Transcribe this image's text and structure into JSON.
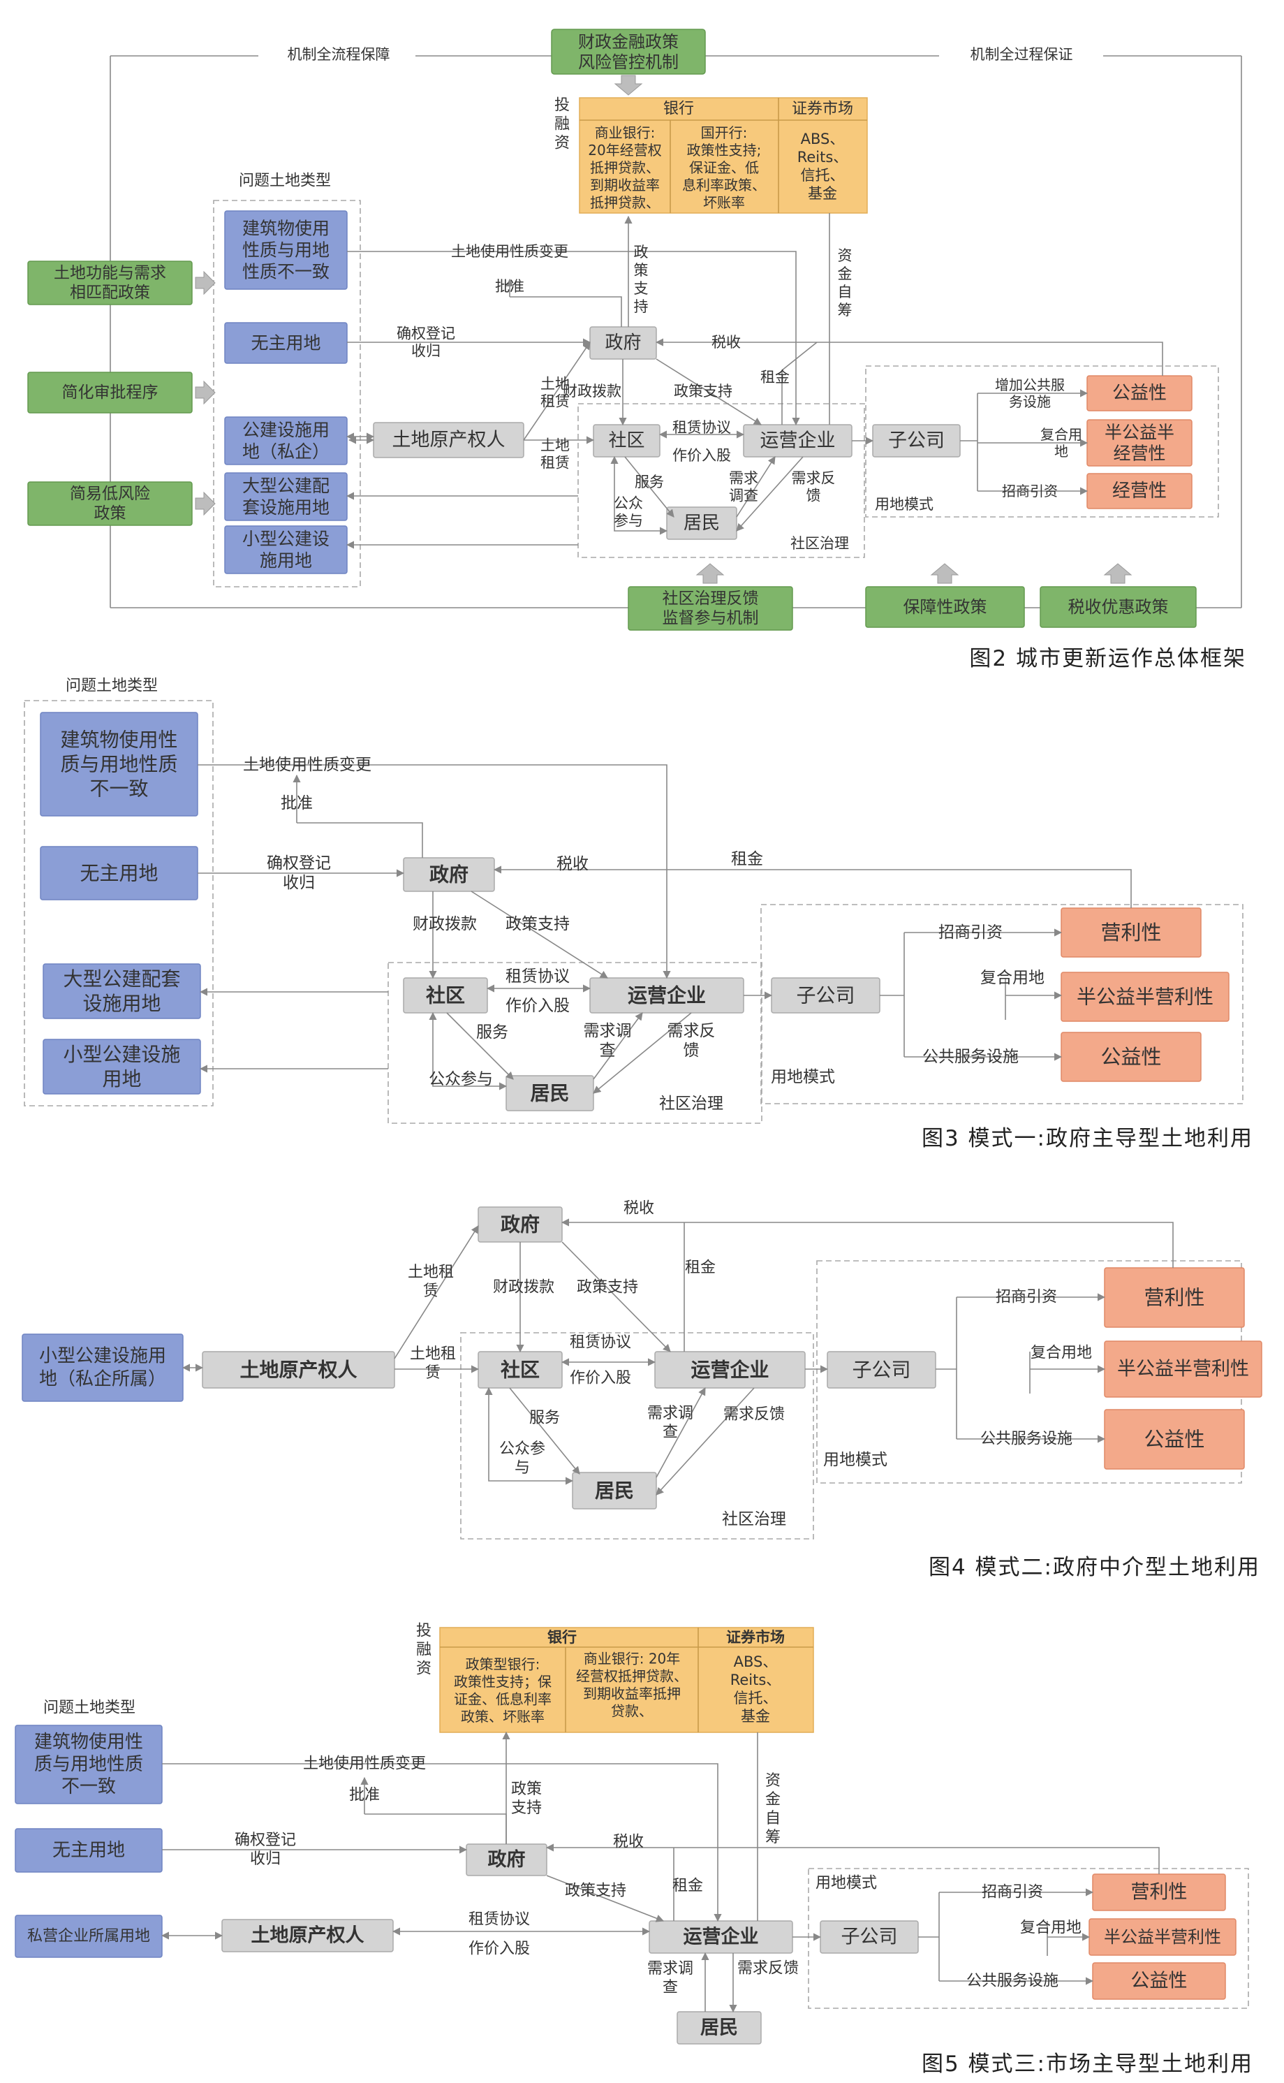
{
  "colors": {
    "blue_fill": "#8b9ed6",
    "blue_stroke": "#6f84c2",
    "green_fill": "#7fb56a",
    "green_stroke": "#639a4f",
    "gray_fill": "#d4d4d4",
    "gray_stroke": "#aaaaaa",
    "orange_fill": "#f3a98a",
    "orange_stroke": "#e08866",
    "bank_fill": "#f7c97c",
    "bank_stroke": "#e2ad56",
    "line": "#888888"
  },
  "captions": {
    "fig2": "图2 城市更新运作总体框架",
    "fig3": "图3 模式一:政府主导型土地利用",
    "fig4": "图4 模式二:政府中介型土地利用",
    "fig5": "图5 模式三:市场主导型土地利用"
  },
  "fig2": {
    "top_policy_line1": "财政金融政策",
    "top_policy_line2": "风险管控机制",
    "mech_left": "机制全流程保障",
    "mech_right": "机制全过程保证",
    "invest": [
      "投",
      "融",
      "资"
    ],
    "bank": {
      "header_bank": "银行",
      "header_market": "证券市场",
      "commercial": [
        "商业银行:",
        "20年经营权",
        "抵押贷款、",
        "到期收益率",
        "抵押贷款、"
      ],
      "policy": [
        "国开行:",
        "政策性支持;",
        "保证金、低",
        "息利率政策、",
        "坏账率"
      ],
      "market": [
        "ABS、",
        "Reits、",
        "信托、",
        "基金"
      ]
    },
    "problem_title": "问题土地类型",
    "problem_items": [
      [
        "建筑物使用",
        "性质与用地",
        "性质不一致"
      ],
      [
        "无主用地"
      ],
      [
        "公建设施用",
        "地（私企）"
      ],
      [
        "大型公建配",
        "套设施用地"
      ],
      [
        "小型公建设",
        "施用地"
      ]
    ],
    "left_policies": [
      [
        "土地功能与需求",
        "相匹配政策"
      ],
      [
        "简化审批程序"
      ],
      [
        "简易低风险",
        "政策"
      ]
    ],
    "labels": {
      "land_change": "土地使用性质变更",
      "approve": "批准",
      "confirm": [
        "确权登记",
        "收归"
      ],
      "policy_support_v": [
        "政",
        "策",
        "支",
        "持"
      ],
      "self_fund": [
        "资",
        "金",
        "自",
        "筹"
      ],
      "tax": "税收",
      "rent": "租金",
      "fiscal": "财政拨款",
      "policy_support": "政策支持",
      "land_lease1": [
        "土地",
        "租赁"
      ],
      "land_lease2": [
        "土地",
        "租赁"
      ],
      "lease_agreement": "租赁协议",
      "share": "作价入股",
      "service": "服务",
      "public_part": [
        "公众",
        "参与"
      ],
      "demand_survey": [
        "需求",
        "调查"
      ],
      "demand_feedback": [
        "需求反",
        "馈"
      ],
      "community_gov": "社区治理",
      "add_service": [
        "增加公共服",
        "务设施"
      ],
      "mixed_land": [
        "复合用",
        "地"
      ],
      "invest_attract": "招商引资",
      "land_mode": "用地模式"
    },
    "nodes": {
      "gov": "政府",
      "owner": "土地原产权人",
      "community": "社区",
      "operator": "运营企业",
      "sub": "子公司",
      "resident": "居民"
    },
    "outcomes": [
      "公益性",
      [
        "半公益半",
        "经营性"
      ],
      "经营性"
    ],
    "bottom": {
      "feedback": [
        "社区治理反馈",
        "监督参与机制"
      ],
      "guarantee": "保障性政策",
      "tax_pref": "税收优惠政策"
    }
  },
  "fig3": {
    "problem_title": "问题土地类型",
    "problem_items": [
      [
        "建筑物使用性",
        "质与用地性质",
        "不一致"
      ],
      [
        "无主用地"
      ],
      [
        "大型公建配套",
        "设施用地"
      ],
      [
        "小型公建设施",
        "用地"
      ]
    ],
    "labels": {
      "land_change": "土地使用性质变更",
      "approve": "批准",
      "confirm": [
        "确权登记",
        "收归"
      ],
      "tax": "税收",
      "rent": "租金",
      "fiscal": "财政拨款",
      "policy_support": "政策支持",
      "lease_agreement": "租赁协议",
      "share": "作价入股",
      "service": "服务",
      "public_part": "公众参与",
      "demand_survey": [
        "需求调",
        "查"
      ],
      "demand_feedback": [
        "需求反",
        "馈"
      ],
      "community_gov": "社区治理",
      "invest_attract": "招商引资",
      "mixed_land": "复合用地",
      "public_service": "公共服务设施",
      "land_mode": "用地模式"
    },
    "nodes": {
      "gov": "政府",
      "community": "社区",
      "operator": "运营企业",
      "sub": "子公司",
      "resident": "居民"
    },
    "outcomes": [
      "营利性",
      "半公益半营利性",
      "公益性"
    ]
  },
  "fig4": {
    "left_item": [
      "小型公建设施用",
      "地（私企所属）"
    ],
    "labels": {
      "tax": "税收",
      "rent": "租金",
      "land_lease1": [
        "土地租",
        "赁"
      ],
      "land_lease2": [
        "土地租",
        "赁"
      ],
      "fiscal": "财政拨款",
      "policy_support": "政策支持",
      "lease_agreement": "租赁协议",
      "share": "作价入股",
      "service": "服务",
      "public_part": [
        "公众参",
        "与"
      ],
      "demand_survey": [
        "需求调",
        "查"
      ],
      "demand_feedback": "需求反馈",
      "community_gov": "社区治理",
      "invest_attract": "招商引资",
      "mixed_land": "复合用地",
      "public_service": "公共服务设施",
      "land_mode": "用地模式"
    },
    "nodes": {
      "gov": "政府",
      "owner": "土地原产权人",
      "community": "社区",
      "operator": "运营企业",
      "sub": "子公司",
      "resident": "居民"
    },
    "outcomes": [
      "营利性",
      "半公益半营利性",
      "公益性"
    ]
  },
  "fig5": {
    "invest": [
      "投",
      "融",
      "资"
    ],
    "bank": {
      "header_bank": "银行",
      "header_market": "证券市场",
      "policy": [
        "政策型银行:",
        "政策性支持；保",
        "证金、低息利率",
        "政策、坏账率"
      ],
      "commercial": [
        "商业银行: 20年",
        "经营权抵押贷款、",
        "到期收益率抵押",
        "贷款、"
      ],
      "market": [
        "ABS、",
        "Reits、",
        "信托、",
        "基金"
      ]
    },
    "problem_title": "问题土地类型",
    "problem_items": [
      [
        "建筑物使用性",
        "质与用地性质",
        "不一致"
      ],
      [
        "无主用地"
      ],
      [
        "私营企业所属用地"
      ]
    ],
    "labels": {
      "land_change": "土地使用性质变更",
      "approve": "批准",
      "confirm": [
        "确权登记",
        "收归"
      ],
      "policy_support_v": [
        "政策",
        "支持"
      ],
      "self_fund": [
        "资",
        "金",
        "自",
        "筹"
      ],
      "tax": "税收",
      "rent": "租金",
      "policy_support": "政策支持",
      "lease_agreement": "租赁协议",
      "share": "作价入股",
      "demand_survey": [
        "需求调",
        "查"
      ],
      "demand_feedback": "需求反馈",
      "invest_attract": "招商引资",
      "mixed_land": "复合用地",
      "public_service": "公共服务设施",
      "land_mode": "用地模式"
    },
    "nodes": {
      "gov": "政府",
      "owner": "土地原产权人",
      "operator": "运营企业",
      "sub": "子公司",
      "resident": "居民"
    },
    "outcomes": [
      "营利性",
      "半公益半营利性",
      "公益性"
    ]
  }
}
